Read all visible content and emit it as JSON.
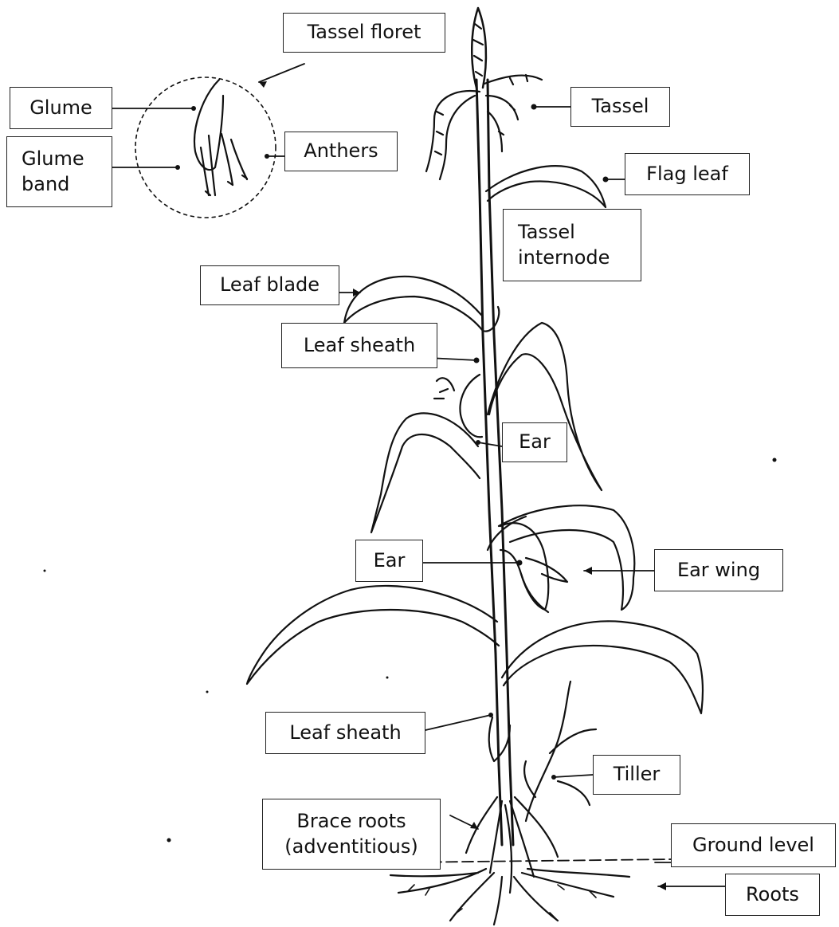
{
  "labels": {
    "tassel_floret": "Tassel floret",
    "glume": "Glume",
    "glume_band": [
      "Glume",
      "band"
    ],
    "anthers": "Anthers",
    "tassel": "Tassel",
    "flag_leaf": "Flag leaf",
    "tassel_internode": [
      "Tassel",
      "internode"
    ],
    "leaf_blade": "Leaf blade",
    "leaf_sheath_upper": "Leaf sheath",
    "ear_upper": "Ear",
    "ear_lower": "Ear",
    "ear_wing": "Ear wing",
    "leaf_sheath_lower": "Leaf sheath",
    "tiller": "Tiller",
    "brace_roots": [
      "Brace roots",
      "(adventitious)"
    ],
    "ground_level": "Ground level",
    "roots": "Roots"
  },
  "colors": {
    "ink": "#111111",
    "background": "#ffffff"
  }
}
